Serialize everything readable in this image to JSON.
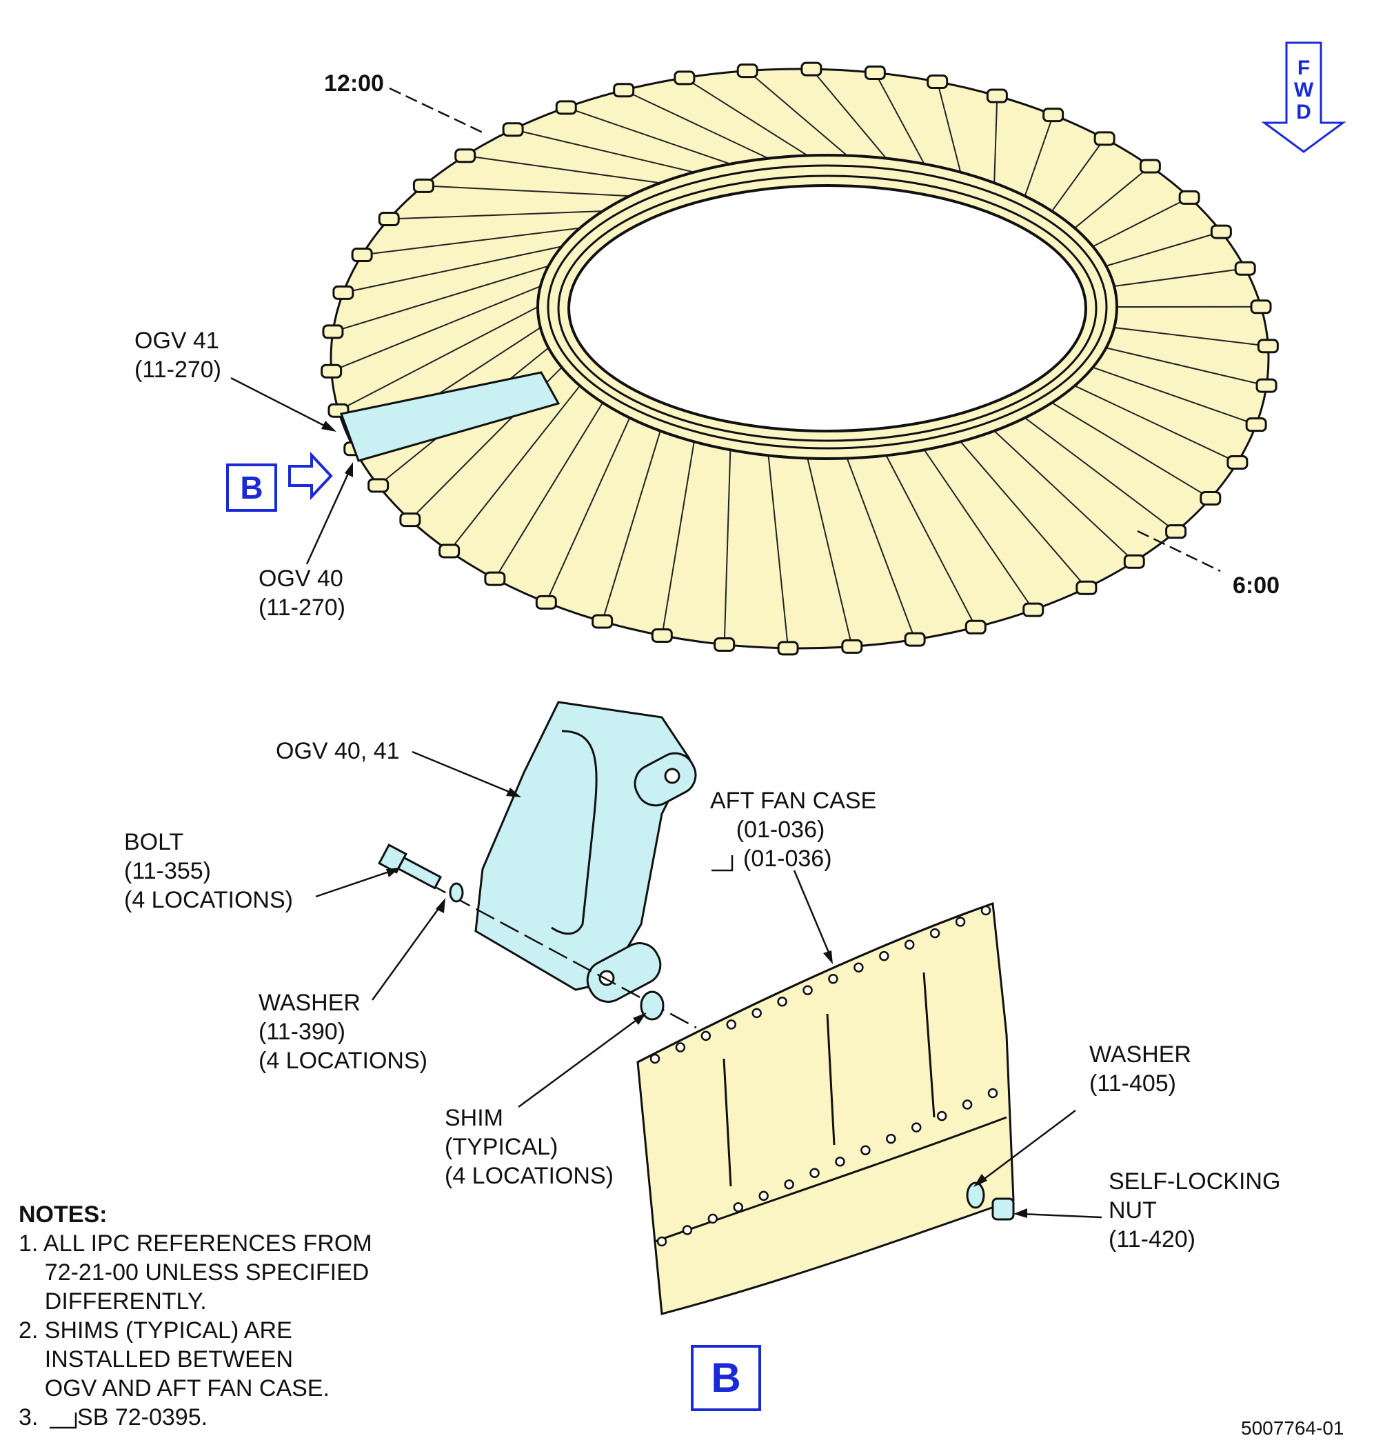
{
  "labels": {
    "clock_12": "12:00",
    "clock_6": "6:00",
    "fwd": [
      "F",
      "W",
      "D"
    ],
    "ogv41": "OGV 41\n(11-270)",
    "ogv40": "OGV 40\n(11-270)",
    "ogv40_41": "OGV 40, 41",
    "aft_fan_case": "AFT FAN CASE\n    (01-036)",
    "aft_fan_case_sb_ref": "(01-036)",
    "bolt": "BOLT\n(11-355)\n(4 LOCATIONS)",
    "washer_390": "WASHER\n(11-390)\n(4 LOCATIONS)",
    "shim": "SHIM\n(TYPICAL)\n(4 LOCATIONS)",
    "washer_405": "WASHER\n(11-405)",
    "nut": "SELF-LOCKING\nNUT\n(11-420)",
    "view_b": "B",
    "figure_number": "5007764-01"
  },
  "notes": {
    "heading": "NOTES:",
    "item1": "1. ALL IPC REFERENCES FROM\n    72-21-00 UNLESS SPECIFIED\n    DIFFERENTLY.",
    "item2": "2. SHIMS (TYPICAL) ARE\n    INSTALLED BETWEEN\n    OGV AND AFT FAN CASE.",
    "item3": "3.      SB 72-0395."
  },
  "colors": {
    "vane_fill": "#fbf5c4",
    "highlight_fill": "#c9f1f4",
    "callout_blue": "#1a2ad8",
    "line": "#111111"
  }
}
